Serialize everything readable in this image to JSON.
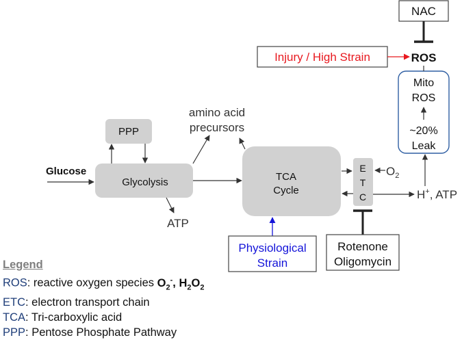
{
  "nodes": {
    "nac": "NAC",
    "ros": "ROS",
    "injury": "Injury / High Strain",
    "mito_line1": "Mito",
    "mito_line2": "ROS",
    "leak_line1": "~20%",
    "leak_line2": "Leak",
    "ppp": "PPP",
    "amino_line1": "amino acid",
    "amino_line2": "precursors",
    "glucose": "Glucose",
    "glycolysis": "Glycolysis",
    "atp_glycolysis": "ATP",
    "tca_line1": "TCA",
    "tca_line2": "Cycle",
    "etc_e": "E",
    "etc_t": "T",
    "etc_c": "C",
    "o2_base": "O",
    "o2_sub": "2",
    "h_base": "H",
    "h_sup": "+",
    "h_rest": ", ATP",
    "physio_line1": "Physiological",
    "physio_line2": "Strain",
    "rot_line1": "Rotenone",
    "rot_line2": "Oligomycin"
  },
  "legend": {
    "title": "Legend",
    "ros_abbr": "ROS",
    "ros_text": ": reactive oxygen species ",
    "ros_o": "O",
    "ros_o_sub": "2",
    "ros_o_sup": "-",
    "ros_sep": ", ",
    "ros_h": "H",
    "ros_h_sub": "2",
    "ros_o2": "O",
    "ros_o2_sub": "2",
    "etc_abbr": "ETC",
    "etc_text": ": electron transport chain",
    "tca_abbr": "TCA",
    "tca_text": ": Tri-carboxylic acid",
    "ppp_abbr": "PPP",
    "ppp_text": ": Pentose Phosphate Pathway"
  },
  "colors": {
    "box_gray": "#d1d1d1",
    "injury_red": "#e8191f",
    "physio_blue": "#1414d9",
    "mito_border": "#2f5fa3",
    "legend_abbr": "#1f3e79",
    "legend_title": "#7f7f7f"
  }
}
